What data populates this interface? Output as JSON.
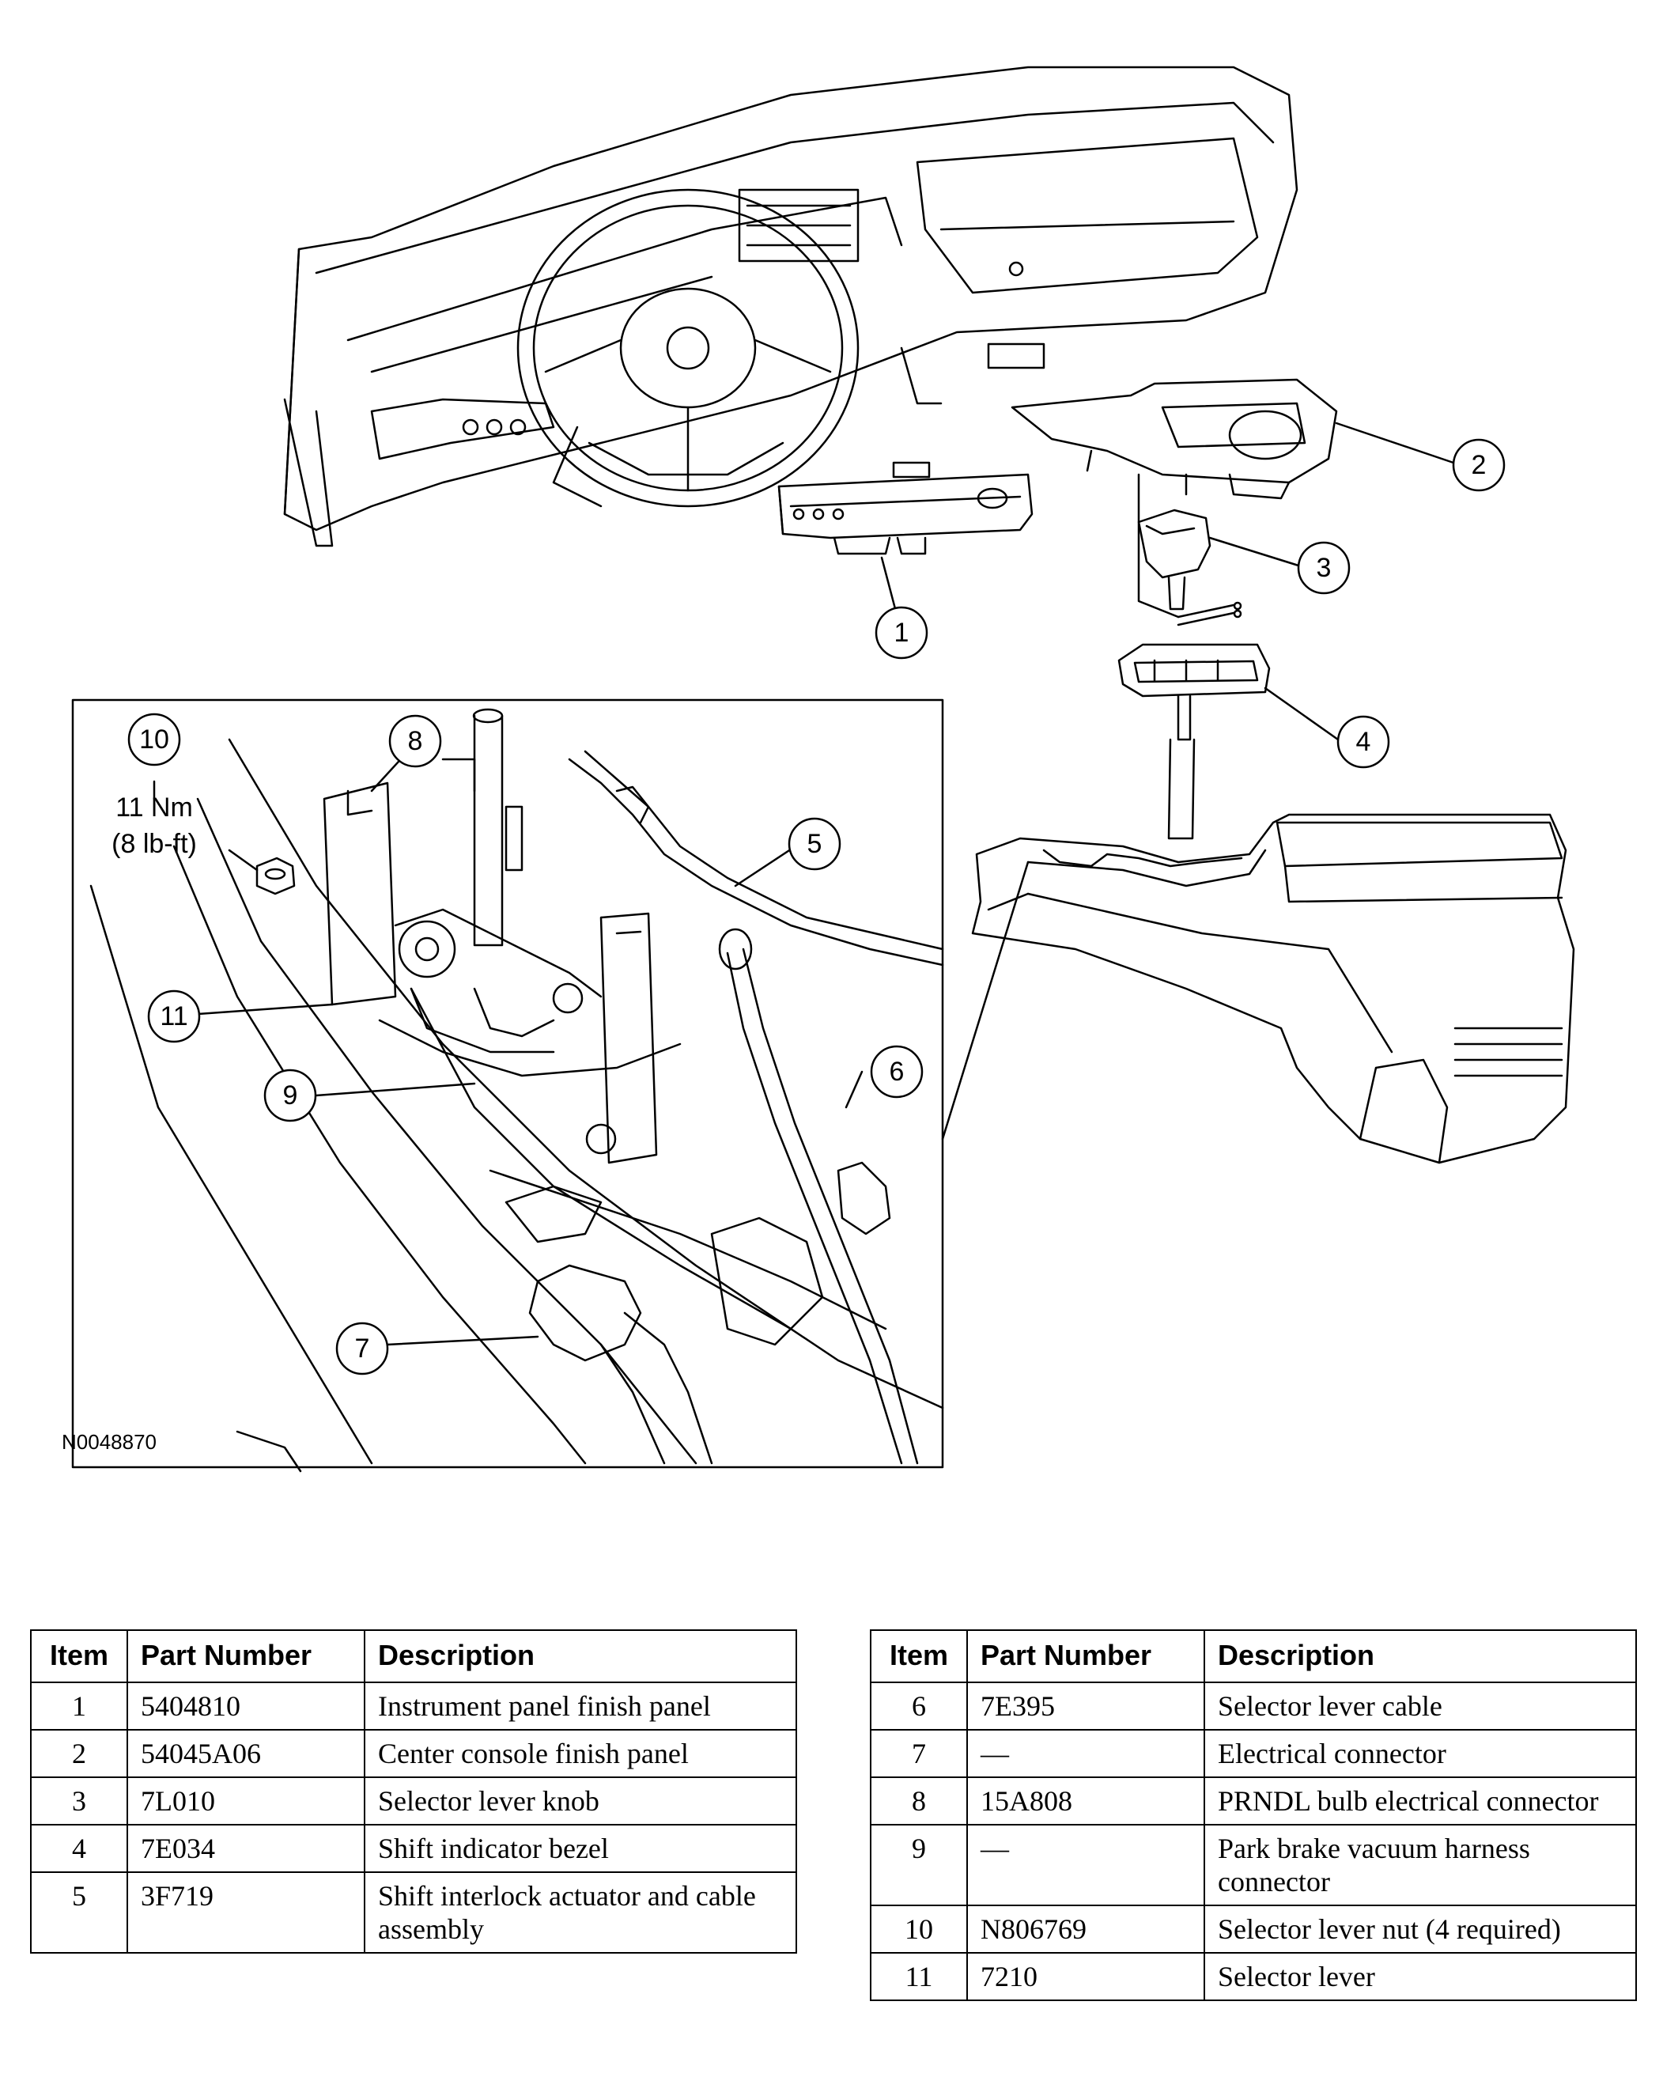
{
  "figure": {
    "code": "N0048870",
    "callouts": [
      {
        "num": "1"
      },
      {
        "num": "2"
      },
      {
        "num": "3"
      },
      {
        "num": "4"
      },
      {
        "num": "5"
      },
      {
        "num": "6"
      },
      {
        "num": "7"
      },
      {
        "num": "8"
      },
      {
        "num": "9"
      },
      {
        "num": "10"
      },
      {
        "num": "11"
      }
    ],
    "torque": {
      "metric": "11 Nm",
      "imperial": "(8 lb-ft)"
    }
  },
  "tables": {
    "headers": {
      "item": "Item",
      "part_number": "Part Number",
      "description": "Description"
    },
    "left": [
      {
        "item": "1",
        "part_number": "5404810",
        "description": "Instrument panel finish panel"
      },
      {
        "item": "2",
        "part_number": "54045A06",
        "description": "Center console finish panel"
      },
      {
        "item": "3",
        "part_number": "7L010",
        "description": "Selector lever knob"
      },
      {
        "item": "4",
        "part_number": "7E034",
        "description": "Shift indicator bezel"
      },
      {
        "item": "5",
        "part_number": "3F719",
        "description": "Shift interlock actuator and cable assembly"
      }
    ],
    "right": [
      {
        "item": "6",
        "part_number": "7E395",
        "description": "Selector lever cable"
      },
      {
        "item": "7",
        "part_number": "—",
        "description": "Electrical connector"
      },
      {
        "item": "8",
        "part_number": "15A808",
        "description": "PRNDL bulb electrical connector"
      },
      {
        "item": "9",
        "part_number": "—",
        "description": "Park brake vacuum harness connector"
      },
      {
        "item": "10",
        "part_number": "N806769",
        "description": "Selector lever nut (4 required)"
      },
      {
        "item": "11",
        "part_number": "7210",
        "description": "Selector lever"
      }
    ]
  }
}
